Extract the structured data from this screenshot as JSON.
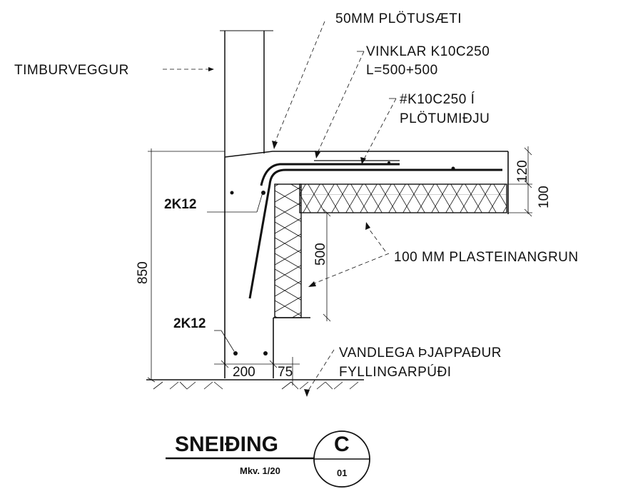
{
  "labels": {
    "wall": "TIMBURVEGGUR",
    "base_plate": "50MM  PLÖTUSÆTI",
    "angles_line1": "VINKLAR  K10C250",
    "angles_line2": "L=500+500",
    "mesh_line1": "#K10C250  Í",
    "mesh_line2": "PLÖTUMIÐJU",
    "rebar_upper": "2K12",
    "rebar_lower": "2K12",
    "insulation": "100  MM  PLASTEINANGRUN",
    "fill_line1": "VANDLEGA  ÞJAPPAÐUR",
    "fill_line2": "FYLLINGARPÚÐI"
  },
  "dimensions": {
    "slab_thickness": "120",
    "insulation_thickness": "100",
    "insulation_depth": "500",
    "total_height": "850",
    "footing_width": "200",
    "offset": "75"
  },
  "title_block": {
    "title": "SNEIÐING",
    "scale": "Mkv. 1/20",
    "section_letter": "C",
    "sheet_number": "01"
  }
}
